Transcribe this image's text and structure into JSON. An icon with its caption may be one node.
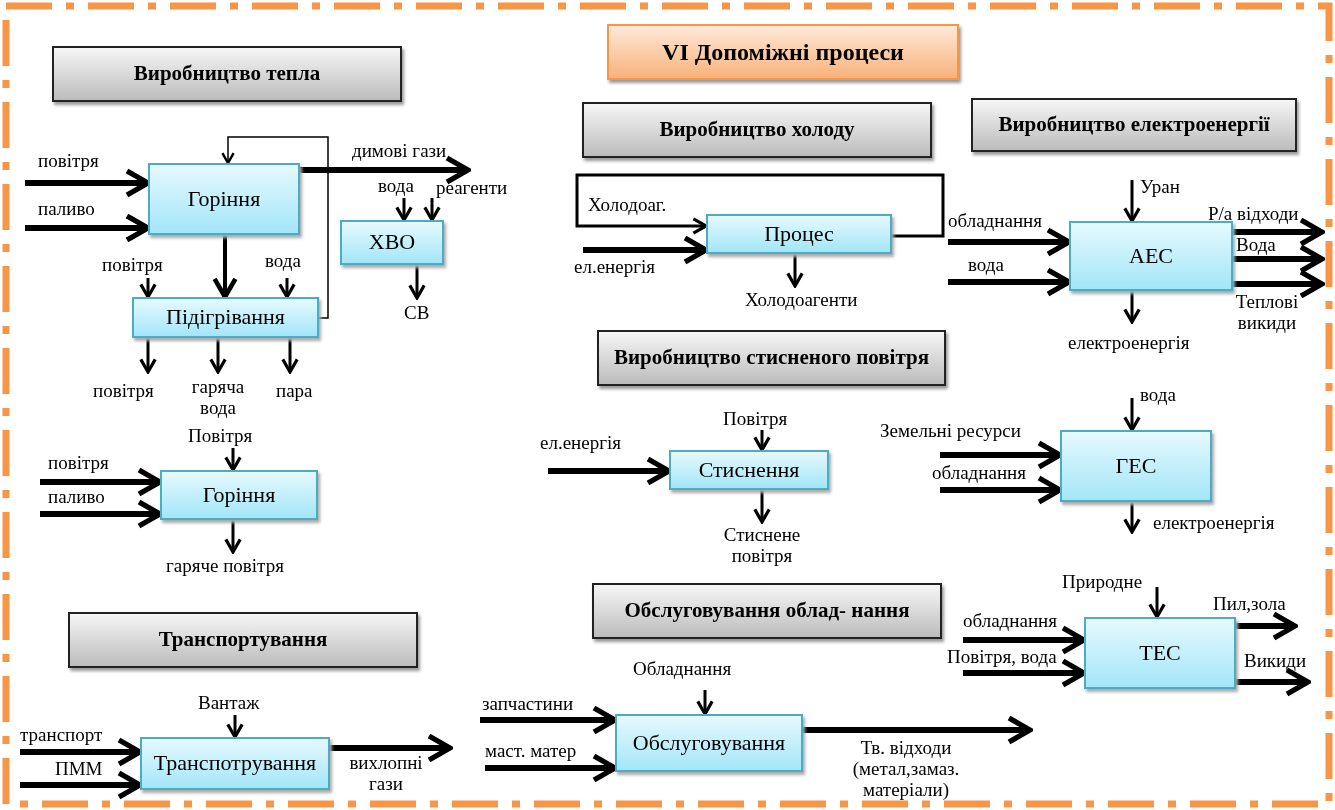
{
  "diagram": {
    "nodes": [
      {
        "text": [
          "VI Допоміжні процеси"
        ]
      },
      {
        "text": [
          "Виробництво тепла"
        ]
      },
      {
        "text": [
          "Горіння"
        ]
      },
      {
        "text": [
          "ХВО"
        ]
      },
      {
        "text": [
          "Підігрівання"
        ]
      },
      {
        "text": [
          "Горіння"
        ]
      },
      {
        "text": [
          "Транспортування"
        ]
      },
      {
        "text": [
          "Транспотрування"
        ]
      },
      {
        "text": [
          "Виробництво холоду"
        ]
      },
      {
        "text": [
          "Процес"
        ]
      },
      {
        "text": [
          "Виробництво стисненого повітря"
        ]
      },
      {
        "text": [
          "Стиснення"
        ]
      },
      {
        "text": [
          "Обслуговування облад- нання"
        ]
      },
      {
        "text": [
          "Обслуговування"
        ]
      },
      {
        "text": [
          "Виробництво електроенергії"
        ]
      },
      {
        "text": [
          "АЕС"
        ]
      },
      {
        "text": [
          "ГЕС"
        ]
      },
      {
        "text": [
          "ТЕС"
        ]
      }
    ],
    "edges": [
      {
        "from": null,
        "to": 2,
        "arrow": "to",
        "label": "повітря"
      },
      {
        "from": null,
        "to": 2,
        "arrow": "to",
        "label": "паливо"
      },
      {
        "from": 2,
        "to": null,
        "arrow": "to",
        "label": "димові гази"
      },
      {
        "from": 2,
        "to": 4,
        "arrow": "to"
      },
      {
        "from": 4,
        "to": 2,
        "arrow": "to"
      },
      {
        "from": null,
        "to": 3,
        "arrow": "to",
        "label": "вода"
      },
      {
        "from": null,
        "to": 3,
        "arrow": "to",
        "label": "реагенти"
      },
      {
        "from": 3,
        "to": null,
        "arrow": "to",
        "label": "СВ"
      },
      {
        "from": null,
        "to": 4,
        "arrow": "to",
        "label": "повітря"
      },
      {
        "from": null,
        "to": 4,
        "arrow": "to",
        "label": "вода"
      },
      {
        "from": 4,
        "to": null,
        "arrow": "to",
        "label": "повітря"
      },
      {
        "from": 4,
        "to": null,
        "arrow": "to",
        "label": "гаряча вода"
      },
      {
        "from": 4,
        "to": null,
        "arrow": "to",
        "label": "пара"
      },
      {
        "from": null,
        "to": 5,
        "arrow": "to",
        "label": "Повітря"
      },
      {
        "from": null,
        "to": 5,
        "arrow": "to",
        "label": "повітря"
      },
      {
        "from": null,
        "to": 5,
        "arrow": "to",
        "label": "паливо"
      },
      {
        "from": 5,
        "to": null,
        "arrow": "to",
        "label": "гаряче повітря"
      },
      {
        "from": null,
        "to": 7,
        "arrow": "to",
        "label": "Вантаж"
      },
      {
        "from": null,
        "to": 7,
        "arrow": "to",
        "label": "транспорт"
      },
      {
        "from": null,
        "to": 7,
        "arrow": "to",
        "label": "ПММ"
      },
      {
        "from": 7,
        "to": null,
        "arrow": "to",
        "label": "вихлопні гази"
      },
      {
        "from": 9,
        "to": 9,
        "arrow": "to",
        "label": "Холодоаг."
      },
      {
        "from": null,
        "to": 9,
        "arrow": "to",
        "label": "ел.енергія"
      },
      {
        "from": 9,
        "to": null,
        "arrow": "to",
        "label": "Холодоагенти"
      },
      {
        "from": null,
        "to": 11,
        "arrow": "to",
        "label": "Повітря"
      },
      {
        "from": null,
        "to": 11,
        "arrow": "to",
        "label": "ел.енергія"
      },
      {
        "from": 11,
        "to": null,
        "arrow": "to",
        "label": "Стиснене повітря"
      },
      {
        "from": null,
        "to": 13,
        "arrow": "to",
        "label": "Обладнання"
      },
      {
        "from": null,
        "to": 13,
        "arrow": "to",
        "label": "запчастини"
      },
      {
        "from": null,
        "to": 13,
        "arrow": "to",
        "label": "маст. матер"
      },
      {
        "from": 13,
        "to": null,
        "arrow": "to",
        "label": "Тв. відходи (метал,замаз. матеріали)"
      },
      {
        "from": null,
        "to": 15,
        "arrow": "to",
        "label": "Уран"
      },
      {
        "from": null,
        "to": 15,
        "arrow": "to",
        "label": "обладнання"
      },
      {
        "from": null,
        "to": 15,
        "arrow": "to",
        "label": "вода"
      },
      {
        "from": 15,
        "to": null,
        "arrow": "to",
        "label": "Р/а відходи"
      },
      {
        "from": 15,
        "to": null,
        "arrow": "to",
        "label": "Вода"
      },
      {
        "from": 15,
        "to": null,
        "arrow": "to",
        "label": "Теплові викиди"
      },
      {
        "from": 15,
        "to": null,
        "arrow": "to",
        "label": "електроенергія"
      },
      {
        "from": null,
        "to": 16,
        "arrow": "to",
        "label": "вода"
      },
      {
        "from": null,
        "to": 16,
        "arrow": "to",
        "label": "Земельні ресурси"
      },
      {
        "from": null,
        "to": 16,
        "arrow": "to",
        "label": "обладнання"
      },
      {
        "from": 16,
        "to": null,
        "arrow": "to",
        "label": "електроенергія"
      },
      {
        "from": null,
        "to": 17,
        "arrow": "to",
        "label": "Природне"
      },
      {
        "from": null,
        "to": 17,
        "arrow": "to",
        "label": "обладнання"
      },
      {
        "from": null,
        "to": 17,
        "arrow": "to",
        "label": "Повітря, вода"
      },
      {
        "from": 17,
        "to": null,
        "arrow": "to",
        "label": "Пил,зола"
      },
      {
        "from": 17,
        "to": null,
        "arrow": "to",
        "label": "Викиди"
      }
    ]
  }
}
